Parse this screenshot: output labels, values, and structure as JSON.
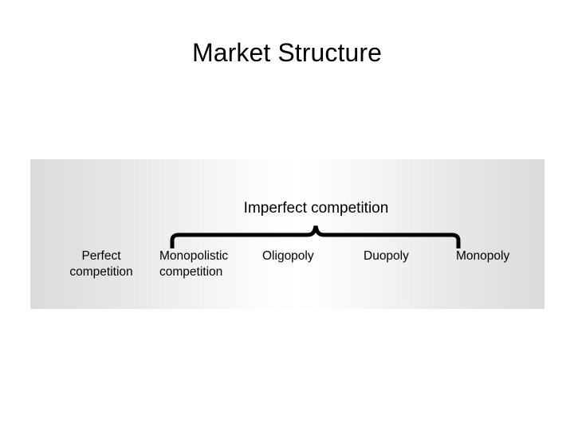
{
  "slide": {
    "title": "Market Structure",
    "background_color": "#ffffff",
    "panel": {
      "gradient_edge_color": "#dcdcdc",
      "gradient_center_color": "#ffffff"
    },
    "diagram": {
      "group_label": "Imperfect competition",
      "brace": {
        "name": "downward-curly-brace",
        "color": "#000000",
        "covers": [
          "Monopolistic competition",
          "Oligopoly",
          "Duopoly"
        ]
      },
      "categories": [
        {
          "id": "perfect-competition",
          "line1": "Perfect",
          "line2": "competition",
          "under_brace": false
        },
        {
          "id": "monopolistic-competition",
          "line1": "Monopolistic",
          "line2": "competition",
          "under_brace": true
        },
        {
          "id": "oligopoly",
          "line1": "Oligopoly",
          "line2": "",
          "under_brace": true
        },
        {
          "id": "duopoly",
          "line1": "Duopoly",
          "line2": "",
          "under_brace": true
        },
        {
          "id": "monopoly",
          "line1": "Monopoly",
          "line2": "",
          "under_brace": false
        }
      ]
    }
  }
}
